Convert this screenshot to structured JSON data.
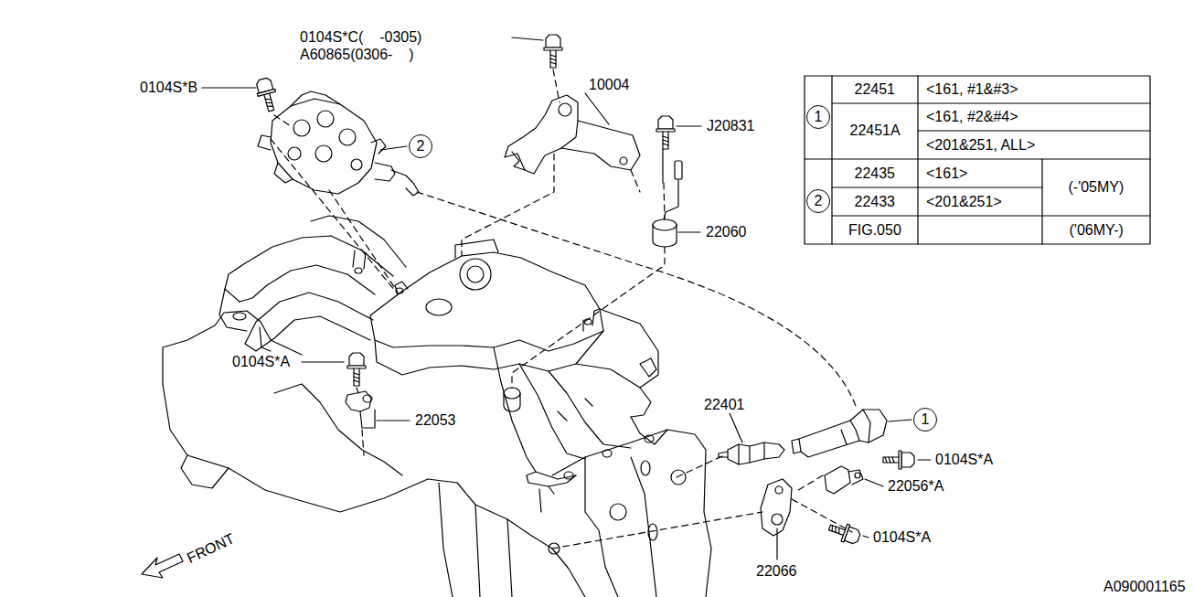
{
  "diagram": {
    "nodes": [
      {
        "text": [
          "1"
        ]
      },
      {
        "text": [
          "2"
        ]
      },
      {
        "text": [
          "2"
        ]
      },
      {
        "text": [
          "1"
        ]
      }
    ],
    "labels": [
      "0104S*C(    -0305)",
      "A60865(0306-    )",
      "0104S*B",
      "10004",
      "J20831",
      "22060",
      "22451",
      "<161, #1&#3>",
      "22451A",
      "<161, #2&#4>",
      "<201&251, ALL>",
      "22435",
      "<161>",
      "(-'05MY)",
      "22433",
      "<201&251>",
      "FIG.050",
      "('06MY-)",
      "0104S*A",
      "22053",
      "22401",
      "0104S*A",
      "22056*A",
      "0104S*A",
      "22066",
      "FRONT",
      "A090001165"
    ]
  }
}
